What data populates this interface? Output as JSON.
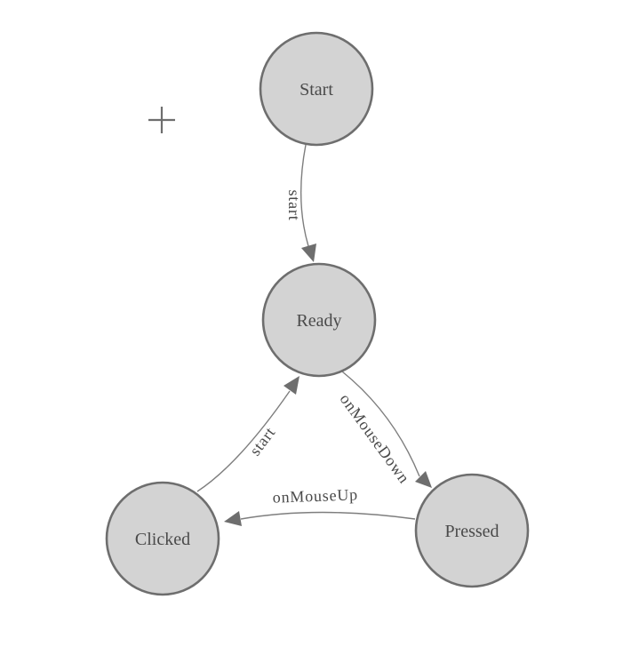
{
  "diagram": {
    "type": "state-machine",
    "nodes": [
      {
        "id": "start",
        "label": "Start"
      },
      {
        "id": "ready",
        "label": "Ready"
      },
      {
        "id": "clicked",
        "label": "Clicked"
      },
      {
        "id": "pressed",
        "label": "Pressed"
      }
    ],
    "edges": [
      {
        "from": "start",
        "to": "ready",
        "label": "start"
      },
      {
        "from": "ready",
        "to": "pressed",
        "label": "onMouseDown"
      },
      {
        "from": "pressed",
        "to": "clicked",
        "label": "onMouseUp"
      },
      {
        "from": "clicked",
        "to": "ready",
        "label": "start"
      }
    ]
  },
  "colors": {
    "canvas_bg": "#ffffff",
    "node_fill": "#d3d3d3",
    "node_stroke": "#6e6e6e",
    "edge_color": "#7e7e7e",
    "arrow_color": "#6e6e6e",
    "label_color": "#4a4a4a",
    "plus_color": "#6e6e6e"
  }
}
